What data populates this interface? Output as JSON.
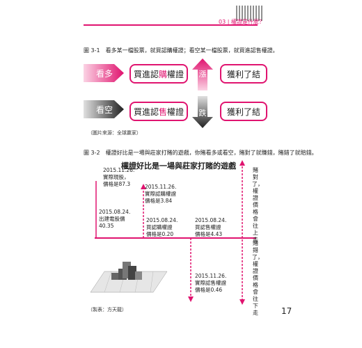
{
  "header": {
    "chapter_label": "03 | 權證是什麼？"
  },
  "figure1": {
    "caption": "圖 3-1　看多某一檔股票，就買認購權證；看空某一檔股票，就買進認售權證。",
    "rows": [
      {
        "stance": "看多",
        "action_prefix": "買進認",
        "action_highlight": "購",
        "action_suffix": "權證",
        "move": "漲",
        "result": "獲利了結"
      },
      {
        "stance": "看空",
        "action_prefix": "買進認",
        "action_highlight": "售",
        "action_suffix": "權證",
        "move": "跌",
        "result": "獲利了結"
      }
    ],
    "source": "（圖片來源：全球贏家）"
  },
  "figure2": {
    "caption": "圖 3-2　權證好比是一場與莊家打賭的遊戲，你賭看多或看空，賭對了就賺錢，賭錯了就賠錢。",
    "title": "權證好比是一場與莊家打賭的遊戲",
    "notes": {
      "top_left": [
        "2015.11.26.",
        "實際現股，",
        "價格是87.3"
      ],
      "top_mid": [
        "2015.11.26.",
        "實際認購權證",
        "價格是3.84"
      ],
      "mid_left": [
        "2015.08.24.",
        "出建電股價",
        "40.35"
      ],
      "mid_center": [
        "2015.08.24.",
        "買認購權證",
        "價格是0.20"
      ],
      "mid_right": [
        "2015.08.24.",
        "買認售權證",
        "價格是4.43"
      ],
      "bottom": [
        "2015.11.26.",
        "實際認售權證",
        "價格是0.46"
      ]
    },
    "side_up": "賭對了，權證價格會往上走",
    "side_down": "賭錯了，權證價格會往下走",
    "source": "（製表：方天龍）"
  },
  "page_number": "17"
}
